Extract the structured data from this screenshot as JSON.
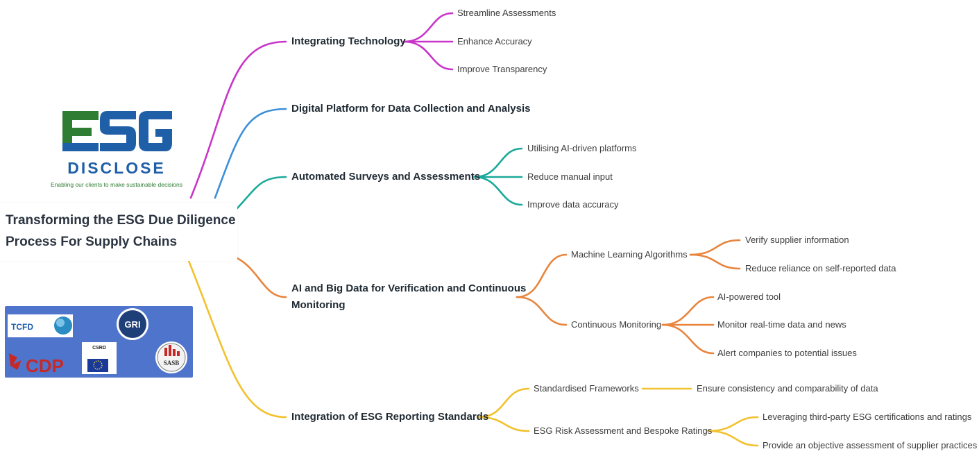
{
  "root": {
    "line1": "Transforming the ESG Due Diligence",
    "line2": "Process For Supply Chains"
  },
  "logo": {
    "mark_top": "ESG",
    "mark_word": "DISCLOSE",
    "tagline": "Enabling our clients to make sustainable decisions",
    "colors": {
      "green": "#2e7d32",
      "blue": "#1f5fa8"
    }
  },
  "standards_panel": {
    "background": "#4f74cc",
    "logos": [
      "TCFD",
      "GRI",
      "CSRD",
      "CDP",
      "SASB"
    ]
  },
  "branches": {
    "integrating_technology": {
      "label": "Integrating Technology",
      "color": "#c935c9",
      "children": [
        "Streamline Assessments",
        "Enhance Accuracy",
        "Improve Transparency"
      ]
    },
    "digital_platform": {
      "label": "Digital Platform for Data Collection and Analysis",
      "color": "#3b8fd9"
    },
    "automated_surveys": {
      "label": "Automated Surveys and Assessments",
      "color": "#1aa99a",
      "children": [
        "Utilising AI-driven platforms",
        "Reduce manual input",
        "Improve data accuracy"
      ]
    },
    "ai_big_data": {
      "label_line1": "AI and Big Data for Verification and Continuous",
      "label_line2": "Monitoring",
      "color": "#e8843c",
      "machine_learning": {
        "label": "Machine Learning Algorithms",
        "children": [
          "Verify supplier information",
          "Reduce reliance on self-reported data"
        ]
      },
      "continuous_monitoring": {
        "label": "Continuous Monitoring",
        "children": [
          "AI-powered tool",
          "Monitor real-time data and news",
          "Alert companies to potential issues"
        ]
      }
    },
    "esg_standards": {
      "label": "Integration of ESG Reporting Standards",
      "color": "#f2c12e",
      "frameworks": {
        "label": "Standardised Frameworks",
        "children": [
          "Ensure consistency and comparability of data"
        ]
      },
      "risk_assessment": {
        "label": "ESG Risk Assessment and Bespoke Ratings",
        "children": [
          "Leveraging third-party ESG certifications and ratings",
          "Provide an objective assessment of supplier practices"
        ]
      }
    }
  }
}
